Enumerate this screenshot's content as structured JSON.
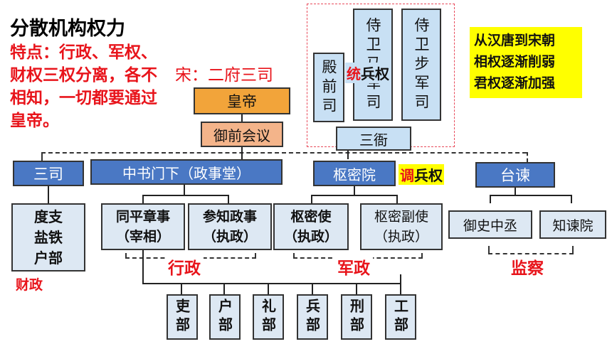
{
  "title": "分散机构权力",
  "feature_text": "特点：行政、军权、财权三权分离，各不相知，一切都要通过皇帝。",
  "song_label": "宋：二府三司",
  "highlight_note": [
    "从汉唐到宋朝",
    "相权逐渐削弱",
    "君权逐渐加强"
  ],
  "emperor": "皇帝",
  "council": "御前会议",
  "san_si": "三司",
  "zhongshu": "中书门下（政事堂）",
  "shumi": "枢密院",
  "taijian": "台谏",
  "san_ya": "三衙",
  "dian_qian": "殿前司",
  "shiwei_ma": "侍卫马军司",
  "shiwei_bu": "侍卫步军司",
  "tong_prefix": "统",
  "tong_suffix": "兵权",
  "diao_prefix": "调",
  "diao_suffix": "兵权",
  "finance_box": [
    "度支",
    "盐铁",
    "户部"
  ],
  "finance_label": "财政",
  "tongping": [
    "同平章事",
    "（宰相）"
  ],
  "canzhi": [
    "参知政事",
    "（执政）"
  ],
  "shumi_shi": [
    "枢密使",
    "（执政）"
  ],
  "shumi_fu": [
    "枢密副使",
    "（执政）"
  ],
  "yushi": "御史中丞",
  "zhijian": "知谏院",
  "admin_label": "行政",
  "military_label": "军政",
  "supervise_label": "监察",
  "six_ministries": [
    "吏部",
    "户部",
    "礼部",
    "兵部",
    "刑部",
    "工部"
  ]
}
